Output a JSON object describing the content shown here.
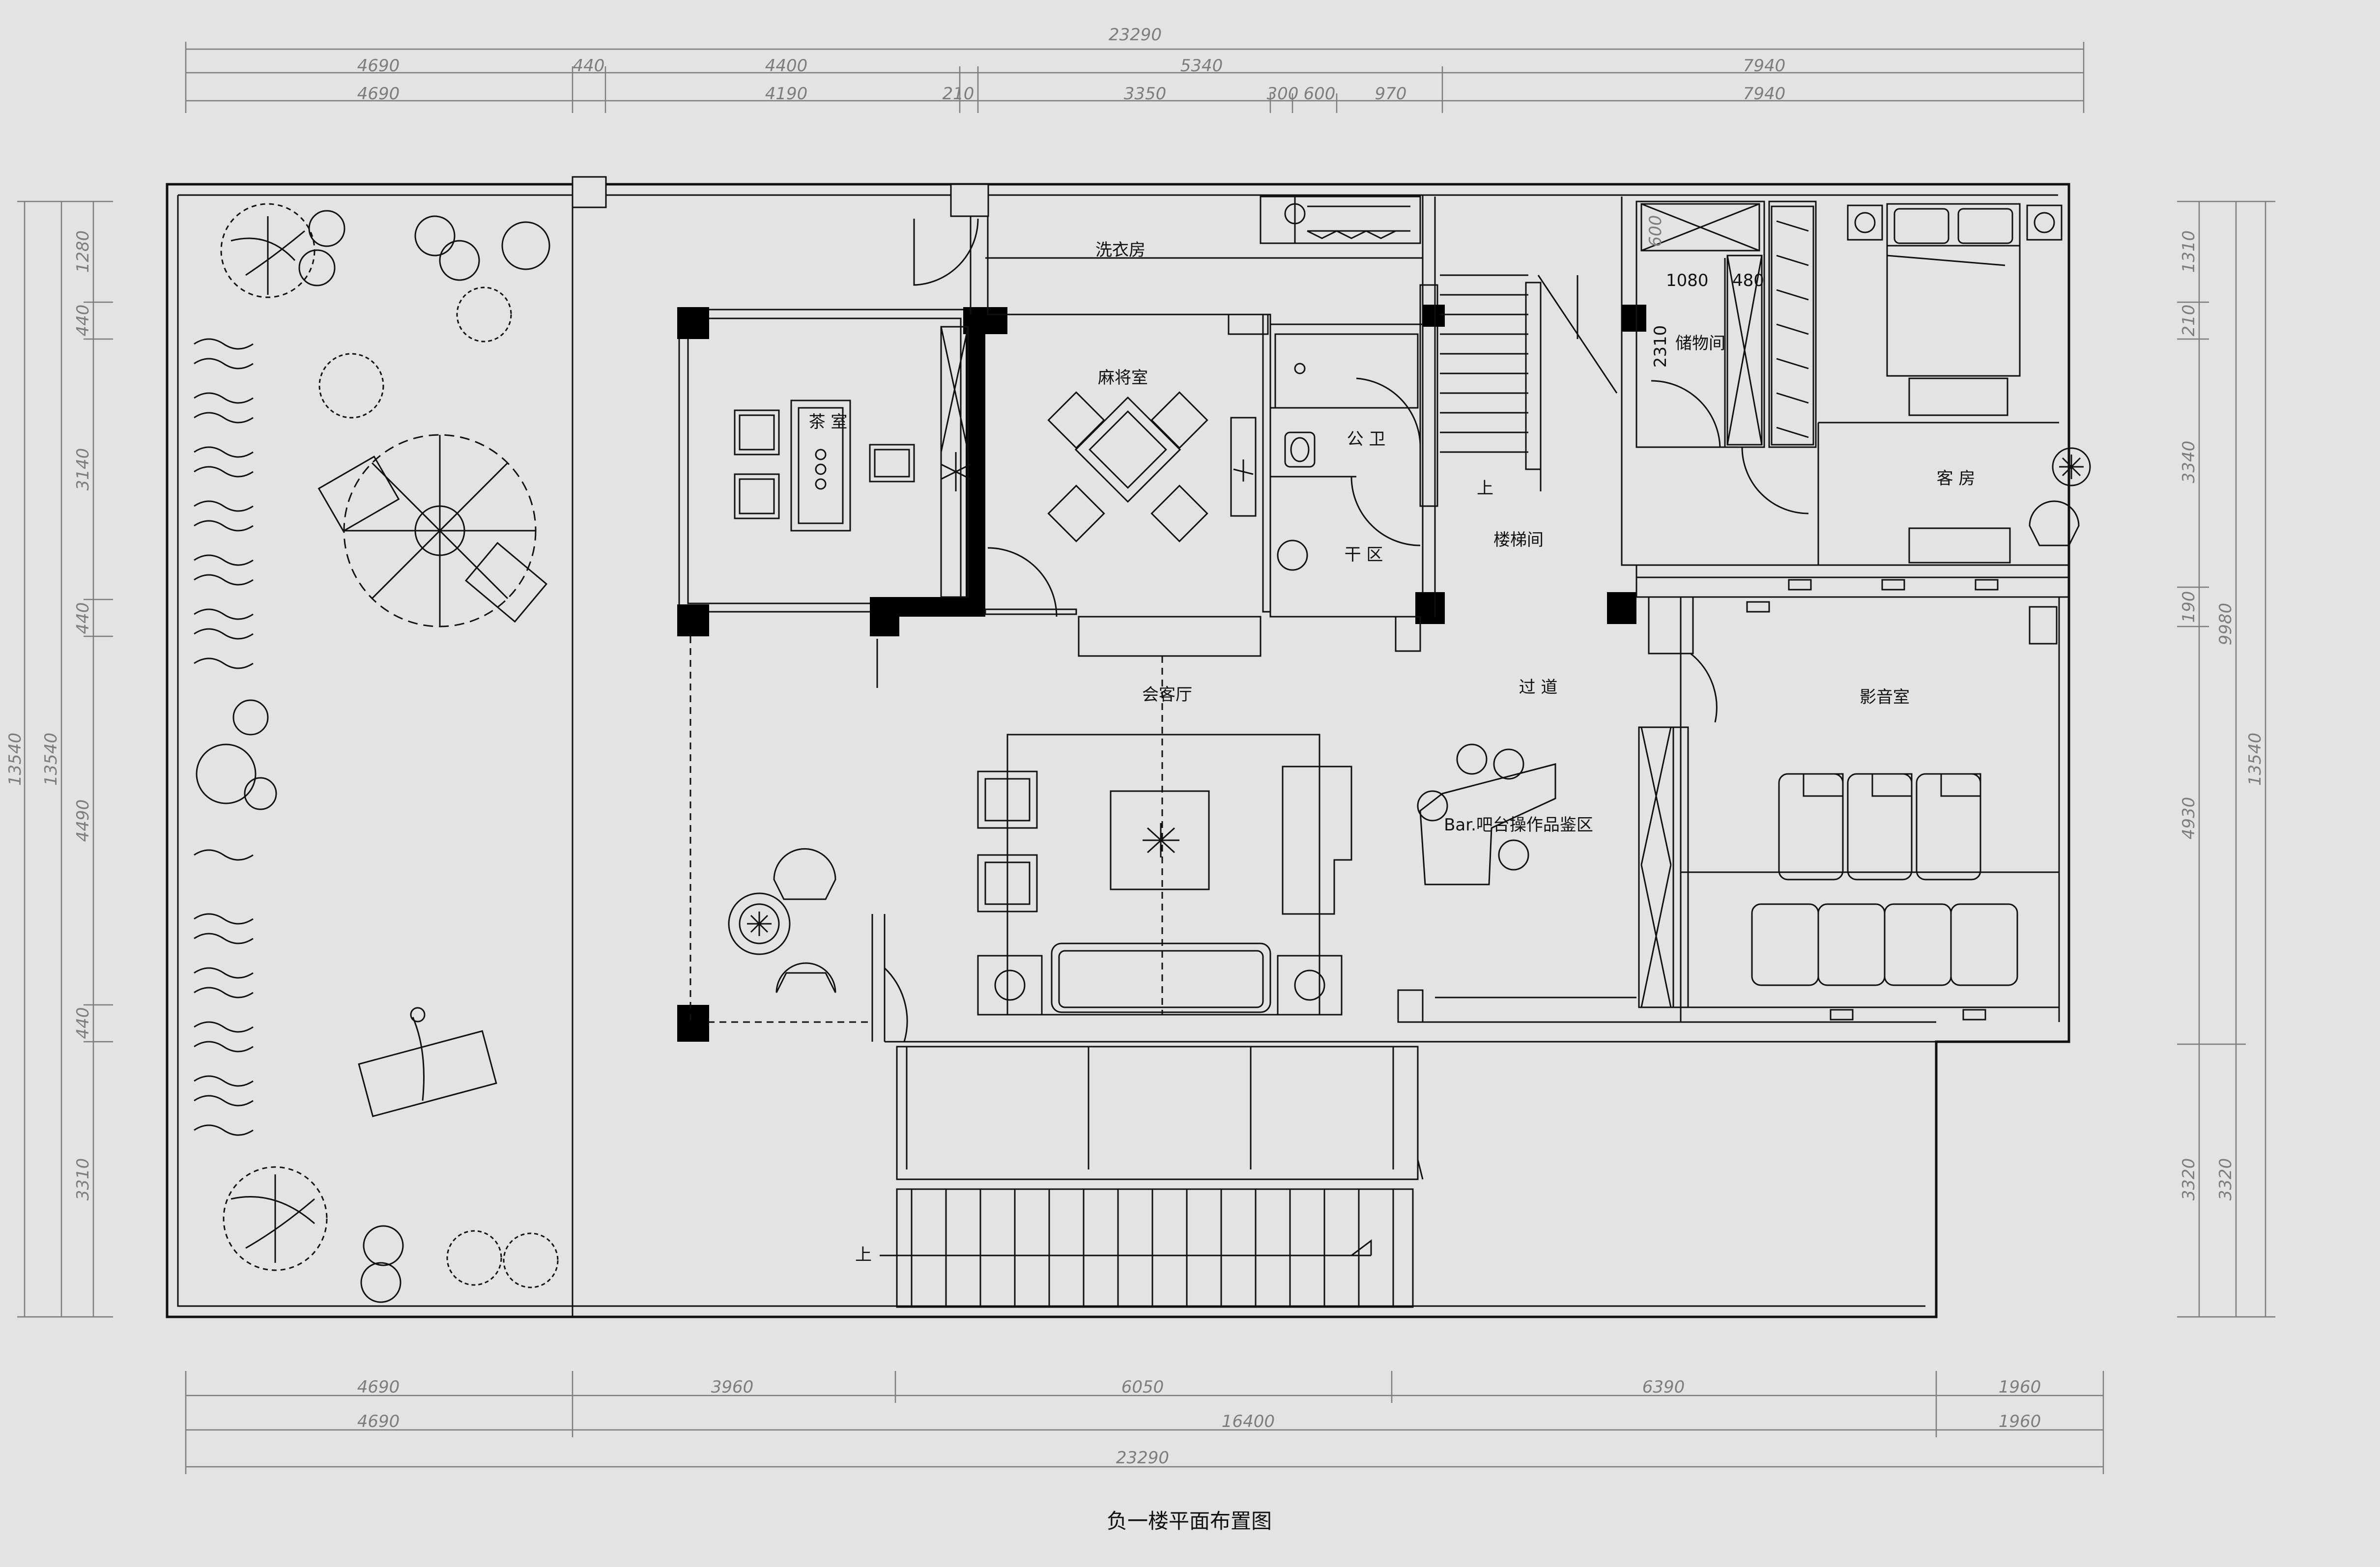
{
  "drawing_title": "负一楼平面布置图",
  "dimensions": {
    "top_total": "23290",
    "top_row1": [
      "4690",
      "440",
      "4400",
      "5340",
      "7940"
    ],
    "top_row2": [
      "4690",
      "4190",
      "210",
      "3350",
      "300",
      "600",
      "970",
      "7940"
    ],
    "bottom_row1": [
      "4690",
      "3960",
      "6050",
      "6390",
      "1960"
    ],
    "bottom_row2": [
      "4690",
      "16400",
      "1960"
    ],
    "bottom_total": "23290",
    "left_outer": "13540",
    "left_middle": "13540",
    "left_segments": [
      "1280",
      "440",
      "3140",
      "440",
      "4490",
      "440",
      "3310"
    ],
    "right_segments": [
      "1310",
      "210",
      "3340",
      "190",
      "4930",
      "3320"
    ],
    "right_middle": [
      "9980",
      "3320"
    ],
    "right_outer": "13540",
    "interior_1080": "1080",
    "interior_480": "480",
    "interior_2310": "2310",
    "interior_600": "600"
  },
  "rooms": {
    "laundry": "洗衣房",
    "tea_room": "茶 室",
    "mahjong": "麻将室",
    "toilet": "公 卫",
    "dry_zone": "干 区",
    "stairwell": "楼梯间",
    "storage": "储物间",
    "guest_room": "客 房",
    "living": "会客厅",
    "corridor": "过 道",
    "theater": "影音室",
    "bar": "Bar.吧台操作品鉴区"
  },
  "markers": {
    "up_stair": "上",
    "up_ramp": "上"
  }
}
